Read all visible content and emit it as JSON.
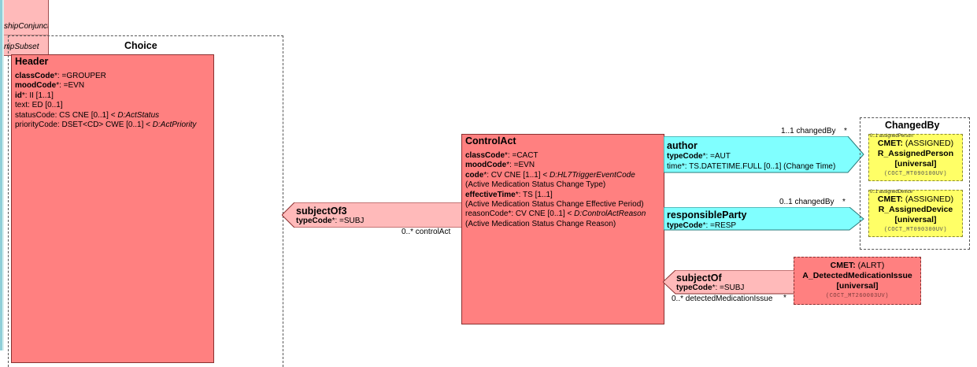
{
  "colors": {
    "act": "#ff8080",
    "act_light": "#ffbaba",
    "participation": "#80ffff",
    "role": "#ffff66",
    "left_edge": "#8fcfd8",
    "stripe": "#b0dada"
  },
  "top_partial": {
    "conjunction": "shipConjunction",
    "subset": "nipSubset"
  },
  "choice": {
    "title": "Choice"
  },
  "header": {
    "title": "Header",
    "attributes": [
      {
        "name": "classCode",
        "rest": "*: =GROUPER",
        "bold": true
      },
      {
        "name": "moodCode",
        "rest": "*: =EVN",
        "bold": true
      },
      {
        "name": "id",
        "rest": "*: II [1..1]",
        "bold": true
      },
      {
        "name": "text: ED [0..1]",
        "rest": "",
        "bold": false
      },
      {
        "name": "statusCode: CS CNE [0..1] < ",
        "rest": "D:ActStatus",
        "bold": false,
        "italic_rest": true
      },
      {
        "name": "priorityCode: DSET<CD> CWE [0..1] < ",
        "rest": "D:ActPriority",
        "bold": false,
        "italic_rest": true
      }
    ]
  },
  "subjectOf3": {
    "title": "subjectOf3",
    "type_label": "typeCode",
    "type_value": "*: =SUBJ",
    "cardinality": "0..* controlAct"
  },
  "control_act": {
    "title": "ControlAct",
    "lines": [
      {
        "b": "classCode",
        "t": "*: =CACT"
      },
      {
        "b": "moodCode",
        "t": "*: =EVN"
      },
      {
        "b": "code",
        "t": "*: CV CNE [1..1] < ",
        "it": "D:HL7TriggerEventCode"
      },
      {
        "b": "",
        "t": " (Active Medication Status Change Type)"
      },
      {
        "b": "effectiveTime",
        "t": "*: TS [1..1]"
      },
      {
        "b": "",
        "t": " (Active Medication Status Change Effective Period)"
      },
      {
        "b": "",
        "t": "reasonCode*: CV CNE [0..1] < ",
        "it": "D:ControlActReason"
      },
      {
        "b": "",
        "t": " (Active Medication Status Change Reason)"
      }
    ]
  },
  "author": {
    "title": "author",
    "type_label": "typeCode",
    "type_value": "*: =AUT",
    "time_line": "time*: TS.DATETIME.FULL [0..1] (Change Time)",
    "cardinality": "1..1 changedBy",
    "star": "*"
  },
  "responsible_party": {
    "title": "responsibleParty",
    "type_label": "typeCode",
    "type_value": "*: =RESP",
    "cardinality": "0..1 changedBy",
    "star": "*"
  },
  "subjectOf": {
    "title": "subjectOf",
    "type_label": "typeCode",
    "type_value": "*: =SUBJ",
    "cardinality": "0..* detectedMedicationIssue",
    "star": "*"
  },
  "changed_by": {
    "title": "ChangedBy",
    "person": {
      "small": "0..1 assignedPerson",
      "cmet": "CMET:",
      "kind": " (ASSIGNED)",
      "name": "R_AssignedPerson",
      "scope": "[universal]",
      "code": "(COCT_MT090100UV)"
    },
    "device": {
      "small": "0..1 assignedDevice",
      "cmet": "CMET:",
      "kind": " (ASSIGNED)",
      "name": "R_AssignedDevice",
      "scope": "[universal]",
      "code": "(COCT_MT090300UV)"
    }
  },
  "issue": {
    "cmet": "CMET:",
    "kind": " (ALRT)",
    "name": "A_DetectedMedicationIssue",
    "scope": "[universal]",
    "code": "(COCT_MT260003UV)"
  }
}
